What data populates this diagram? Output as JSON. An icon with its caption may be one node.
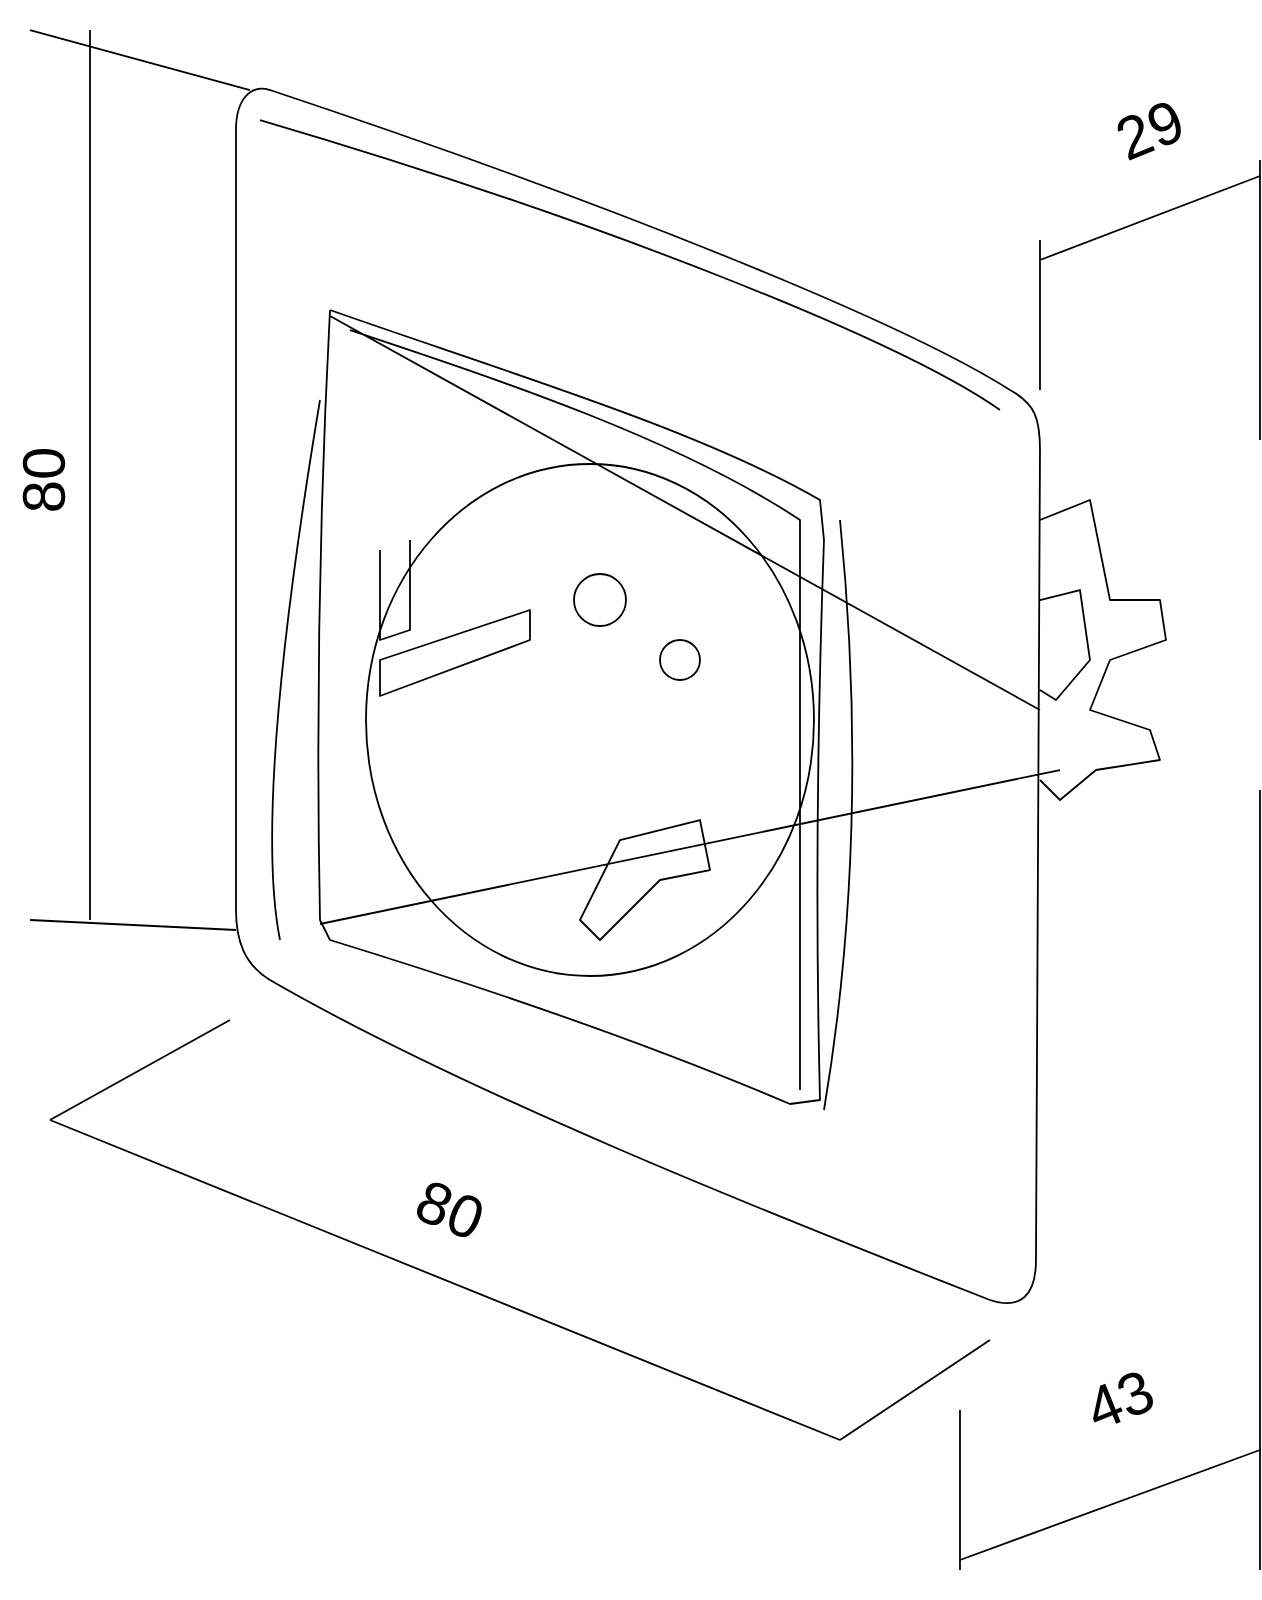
{
  "diagram": {
    "labels": [
      "29",
      "80",
      "80",
      "43"
    ]
  }
}
